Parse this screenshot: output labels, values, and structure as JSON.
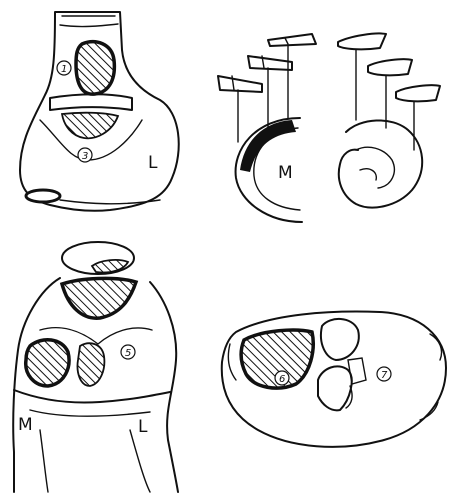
{
  "labels": {
    "panel1_side": "L",
    "panel2_center": "M",
    "panel3_left": "M",
    "panel3_right": "L"
  },
  "zone_numbers": {
    "z1": "1",
    "z3": "3",
    "z5": "5",
    "z6": "6",
    "z7": "7"
  },
  "colors": {
    "ink": "#111111",
    "paper": "#ffffff"
  }
}
